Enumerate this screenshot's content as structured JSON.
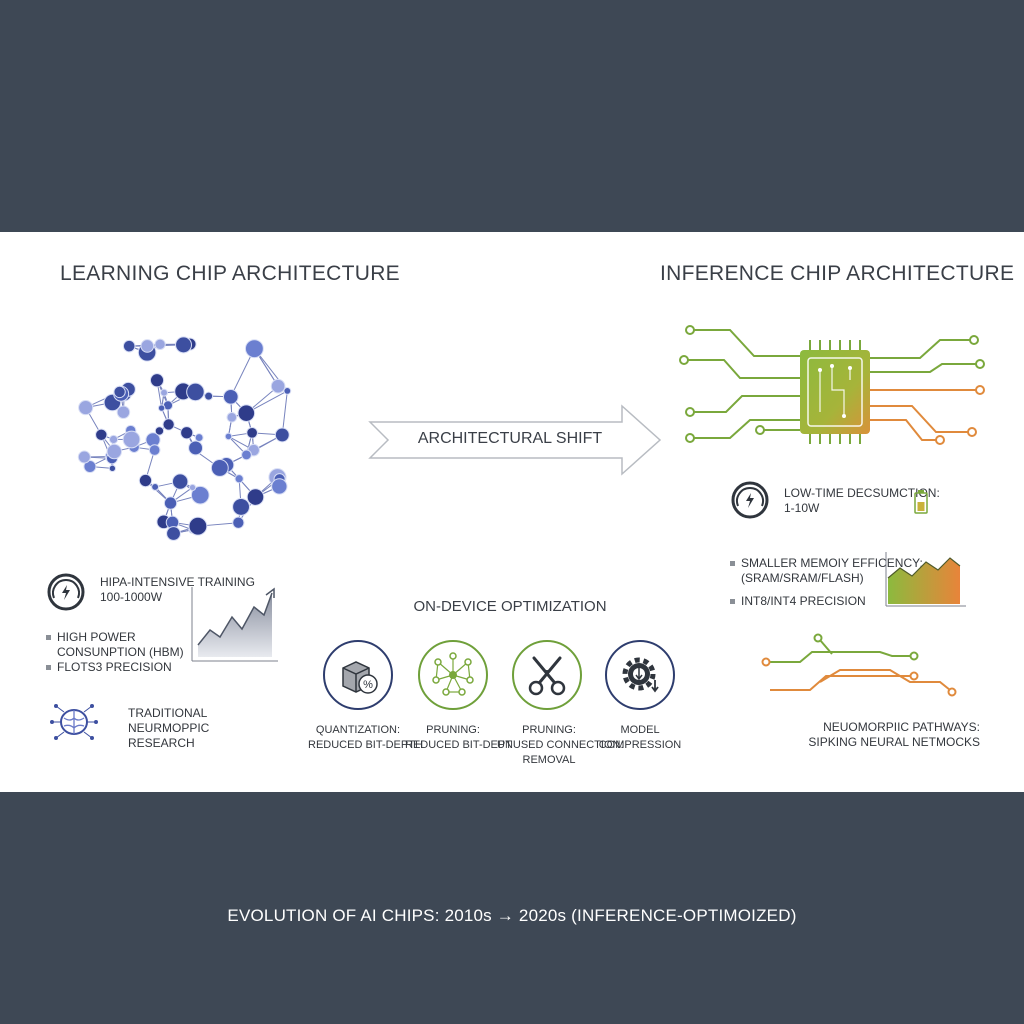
{
  "left": {
    "title": "LEARNING CHIP ARCHITECTURE",
    "items": [
      {
        "text": "HIPA-INTENSIVE TRAINING",
        "sub": "100-1000W",
        "icon": "gauge-icon"
      },
      {
        "text": "HIGH POWER",
        "sub": "CONSUNPTION (HBM)",
        "icon": "bullet"
      },
      {
        "text": "FLOTS3 PRECISION",
        "icon": "bullet"
      },
      {
        "text": "TRADITIONAL",
        "sub": "NEURMOPPIC",
        "sub2": "RESEARCH",
        "icon": "brain-icon"
      }
    ]
  },
  "middle": {
    "arrow_label": "ARCHITECTURAL SHIFT",
    "section_title": "ON-DEVICE OPTIMIZATION",
    "techniques": [
      {
        "line1": "QUANTIZATION:",
        "line2": "REDUCED BIT-DEPTH",
        "icon": "cube-percent-icon",
        "color": "#2e3d6e"
      },
      {
        "line1": "PRUNING:",
        "line2": "REDUCED BIT-DEPT",
        "icon": "network-node-icon",
        "color": "#6fa03a"
      },
      {
        "line1": "PRUNING:",
        "line2": "UNUSED CONNECTION:",
        "line3": "REMOVAL",
        "icon": "scissors-icon",
        "color": "#6fa03a"
      },
      {
        "line1": "MODEL",
        "line2": "COMPRESSION",
        "icon": "gear-compression-icon",
        "color": "#2e3d6e"
      }
    ]
  },
  "right": {
    "title": "INFERENCE CHIP ARCHITECTURE",
    "items": [
      {
        "text": "LOW-TIME DECSUMCTION:",
        "sub": "1-10W",
        "icon": "gauge-icon"
      },
      {
        "text": "SMALLER MEMOIY EFFICENCY:",
        "sub": "(SRAM/SRAM/FLASH)",
        "icon": "bullet"
      },
      {
        "text": "INT8/INT4 PRECISION",
        "icon": "bullet"
      }
    ],
    "neuro_line1": "NEUOMORPIIC PATHWAYS:",
    "neuro_line2": "SIPKING NEURAL NETMOCKS"
  },
  "footer": "EVOLUTION OF AI CHIPS: 2010s → 2020s (INFERENCE-OPTIMOIZED)",
  "colors": {
    "background": "#3e4855",
    "panel": "#ffffff",
    "network_blue": "#3d4fa0",
    "chip_green": "#7aa83c",
    "chip_orange": "#e08a3c"
  }
}
